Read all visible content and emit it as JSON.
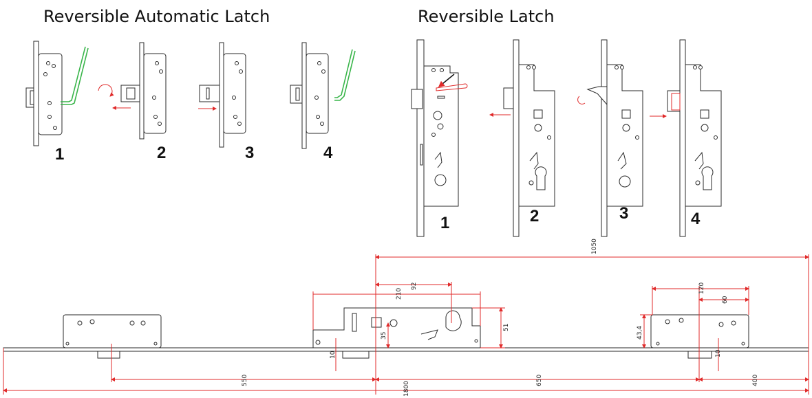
{
  "headings": {
    "left": "Reversible Automatic Latch",
    "right": "Reversible Latch"
  },
  "steps_left": [
    "1",
    "2",
    "3",
    "4"
  ],
  "steps_right": [
    "1",
    "2",
    "3",
    "4"
  ],
  "dimensions": {
    "overall_length": "1800",
    "center_to_right": "1050",
    "left_to_center": "550",
    "center_to_hook": "650",
    "hook_to_end": "400",
    "backset_210": "210",
    "handle_92": "92",
    "height_51": "51",
    "offset_35": "35",
    "bolt_10_center": "10",
    "hook_120": "120",
    "hook_60": "60",
    "hook_43_4": "43,4",
    "bolt_10_right": "10"
  },
  "colors": {
    "dimension": "#e02a2a",
    "hex_key": "#39b54a",
    "outline": "#2a2a2a"
  }
}
